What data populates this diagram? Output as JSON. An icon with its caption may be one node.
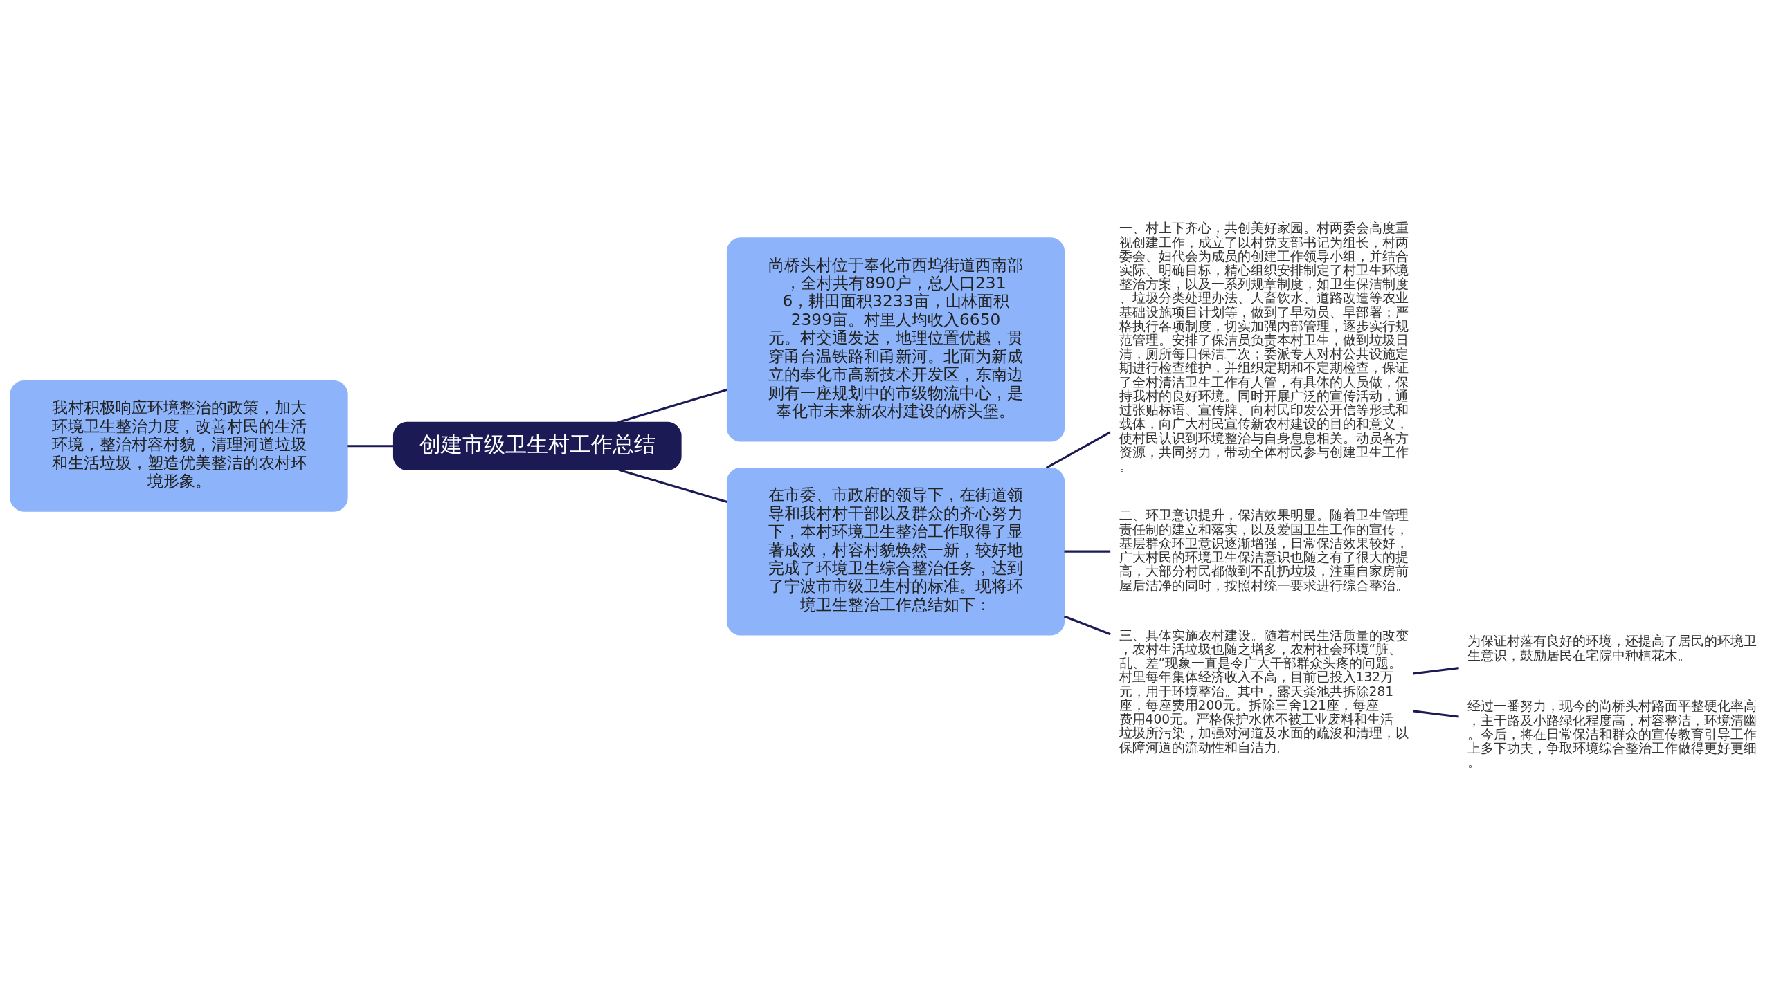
{
  "diagram": {
    "nodes": [
      {
        "text": [
          "创建市级卫生村工作总结"
        ]
      },
      {
        "text": [
          "我村积极响应环境整治的政策，加大环境卫生整治力度，改善村民的生活环境，整治村容村貌，清理河道垃圾和生活垃圾，塑造优美整洁的农村环境形象。"
        ]
      },
      {
        "text": [
          "尚桥头村位于奉化市西坞街道西南部，全村共有890户，总人口2316，耕田面积3233亩，山林面积2399亩。村里人均收入6650元。村交通发达，地理位置优越，贯穿甬台温铁路和甬新河。北面为新成立的奉化市高新技术开发区，东南边则有一座规划中的市级物流中心，是奉化市未来新农村建设的桥头堡。"
        ]
      },
      {
        "text": [
          "在市委、市政府的领导下，在街道领导和我村村干部以及群众的齐心努力下，本村环境卫生整治工作取得了显著成效，村容村貌焕然一新，较好地完成了环境卫生综合整治任务，达到了宁波市市级卫生村的标准。现将环境卫生整治工作总结如下："
        ]
      },
      {
        "text": [
          "一、村上下齐心，共创美好家园。村两委会高度重视创建工作，成立了以村党支部书记为组长，村两委会、妇代会为成员的创建工作领导小组，并结合实际、明确目标，精心组织安排制定了村卫生环境整治方案，以及一系列规章制度，如卫生保洁制度、垃圾分类处理办法、人畜饮水、道路改造等农业基础设施项目计划等，做到了早动员、早部署；严格执行各项制度，切实加强内部管理，逐步实行规范管理。安排了保洁员负责本村卫生，做到垃圾日清，厕所每日保洁二次；委派专人对村公共设施定期进行检查维护，并组织定期和不定期检查，保证了全村清洁卫生工作有人管，有具体的人员做，保持我村的良好环境。同时开展广泛的宣传活动，通过张贴标语、宣传牌、向村民印发公开信等形式和载体，向广大村民宣传新农村建设的目的和意义，使村民认识到环境整治与自身息息相关。动员各方资源，共同努力，带动全体村民参与创建卫生工作。"
        ]
      },
      {
        "text": [
          "二、环卫意识提升，保洁效果明显。随着卫生管理责任制的建立和落实，以及爱国卫生工作的宣传，基层群众环卫意识逐渐增强，日常保洁效果较好，广大村民的环境卫生保洁意识也随之有了很大的提高，大部分村民都做到不乱扔垃圾，注重自家房前屋后洁净的同时，按照村统一要求进行综合整治。"
        ]
      },
      {
        "text": [
          "三、具体实施农村建设。随着村民生活质量的改变，农村生活垃圾也随之增多，农村社会环境“脏、乱、差”现象一直是令广大干部群众头疼的问题。村里每年集体经济收入不高，目前已投入132万元，用于环境整治。其中，露天粪池共拆除281座，每座费用200元。拆除三舍121座，每座费用400元。严格保护水体不被工业废料和生活垃圾所污染，加强对河道及水面的疏浚和清理，以保障河道的流动性和自洁力。"
        ]
      },
      {
        "text": [
          "为保证村落有良好的环境，还提高了居民的环境卫生意识，鼓励居民在宅院中种植花木。"
        ]
      },
      {
        "text": [
          "经过一番努力，现今的尚桥头村路面平整硬化率高，主干路及小路绿化程度高，村容整洁，环境清幽。今后，将在日常保洁和群众的宣传教育引导工作上多下功夫，争取环境综合整治工作做得更好更细。"
        ]
      }
    ],
    "edges": [
      {
        "from": 0,
        "to": 2,
        "arrow": "none"
      },
      {
        "from": 0,
        "to": 1,
        "arrow": "none"
      },
      {
        "from": 0,
        "to": 3,
        "arrow": "none"
      },
      {
        "from": 3,
        "to": 4,
        "arrow": "none"
      },
      {
        "from": 3,
        "to": 5,
        "arrow": "none"
      },
      {
        "from": 3,
        "to": 6,
        "arrow": "none"
      },
      {
        "from": 6,
        "to": 7,
        "arrow": "none"
      },
      {
        "from": 6,
        "to": 8,
        "arrow": "none"
      }
    ]
  }
}
